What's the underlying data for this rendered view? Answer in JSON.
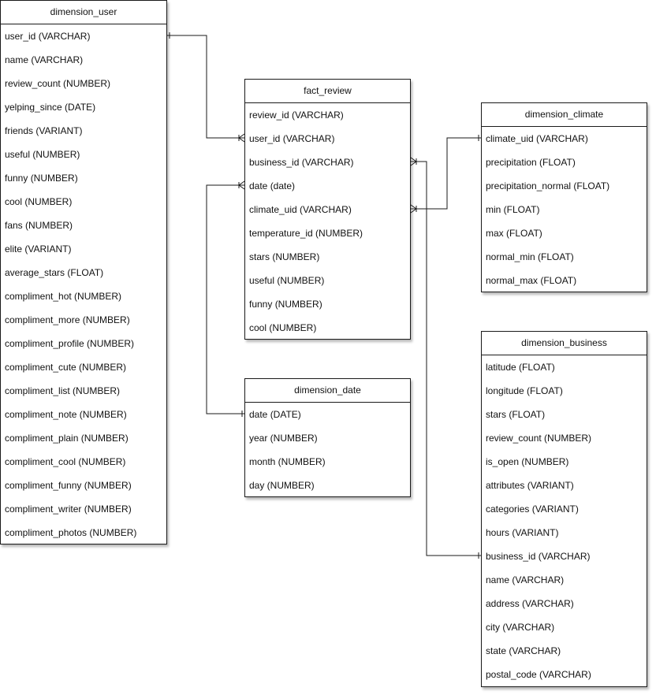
{
  "tables": [
    {
      "id": "dimension_user",
      "title": "dimension_user",
      "fields": [
        "user_id  (VARCHAR)",
        "name (VARCHAR)",
        "review_count (NUMBER)",
        "yelping_since (DATE)",
        "friends (VARIANT)",
        "useful (NUMBER)",
        "funny (NUMBER)",
        "cool (NUMBER)",
        "fans (NUMBER)",
        "elite (VARIANT)",
        "average_stars (FLOAT)",
        "compliment_hot (NUMBER)",
        "compliment_more (NUMBER)",
        "compliment_profile (NUMBER)",
        "compliment_cute (NUMBER)",
        "compliment_list (NUMBER)",
        "compliment_note (NUMBER)",
        "compliment_plain (NUMBER)",
        "compliment_cool (NUMBER)",
        "compliment_funny (NUMBER)",
        "compliment_writer (NUMBER)",
        "compliment_photos (NUMBER)"
      ]
    },
    {
      "id": "fact_review",
      "title": "fact_review",
      "fields": [
        "review_id  (VARCHAR)",
        "user_id  (VARCHAR)",
        "business_id (VARCHAR)",
        "date (date)",
        "climate_uid (VARCHAR)",
        "temperature_id (NUMBER)",
        "stars (NUMBER)",
        "useful (NUMBER)",
        "funny (NUMBER)",
        "cool (NUMBER)"
      ]
    },
    {
      "id": "dimension_climate",
      "title": "dimension_climate",
      "fields": [
        "climate_uid (VARCHAR)",
        "precipitation  (FLOAT)",
        "precipitation_normal (FLOAT)",
        "min  (FLOAT)",
        "max (FLOAT)",
        "normal_min (FLOAT)",
        "normal_max (FLOAT)"
      ]
    },
    {
      "id": "dimension_date",
      "title": "dimension_date",
      "fields": [
        "date  (DATE)",
        "year  (NUMBER)",
        "month (NUMBER)",
        "day (NUMBER)"
      ]
    },
    {
      "id": "dimension_business",
      "title": "dimension_business",
      "fields": [
        "latitude (FLOAT)",
        "longitude (FLOAT)",
        "stars (FLOAT)",
        "review_count (NUMBER)",
        "is_open (NUMBER)",
        "attributes (VARIANT)",
        "categories (VARIANT)",
        "hours (VARIANT)",
        "business_id  (VARCHAR)",
        "name (VARCHAR)",
        "address (VARCHAR)",
        "city (VARCHAR)",
        "state (VARCHAR)",
        "postal_code (VARCHAR)"
      ]
    }
  ],
  "relationships": [
    {
      "from": "dimension_user.user_id",
      "to": "fact_review.user_id",
      "from_end": "one",
      "to_end": "many"
    },
    {
      "from": "dimension_date.date",
      "to": "fact_review.date",
      "from_end": "one",
      "to_end": "many"
    },
    {
      "from": "dimension_climate.climate_uid",
      "to": "fact_review.climate_uid",
      "from_end": "one",
      "to_end": "many"
    },
    {
      "from": "dimension_business.business_id",
      "to": "fact_review.business_id",
      "from_end": "one",
      "to_end": "many"
    }
  ]
}
